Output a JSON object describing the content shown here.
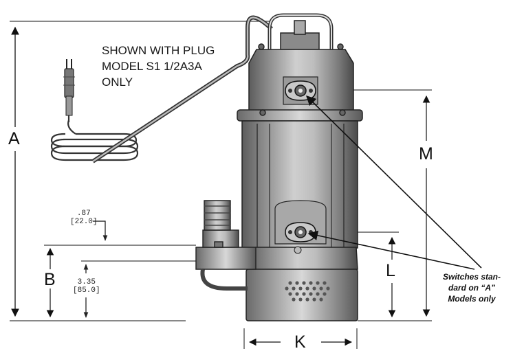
{
  "plug_note": {
    "line1": "SHOWN WITH PLUG",
    "line2": "MODEL S1 1/2A3A",
    "line3": "ONLY"
  },
  "dimensions": {
    "a": "A",
    "b": "B",
    "k": "K",
    "l": "L",
    "m": "M",
    "offset_in": ".87",
    "offset_mm": "[22.0]",
    "discharge_in": "3.35",
    "discharge_mm": "[85.0]"
  },
  "switch_note": {
    "line1": "Switches stan-",
    "line2": "dard on “A”",
    "line3": "Models only"
  }
}
